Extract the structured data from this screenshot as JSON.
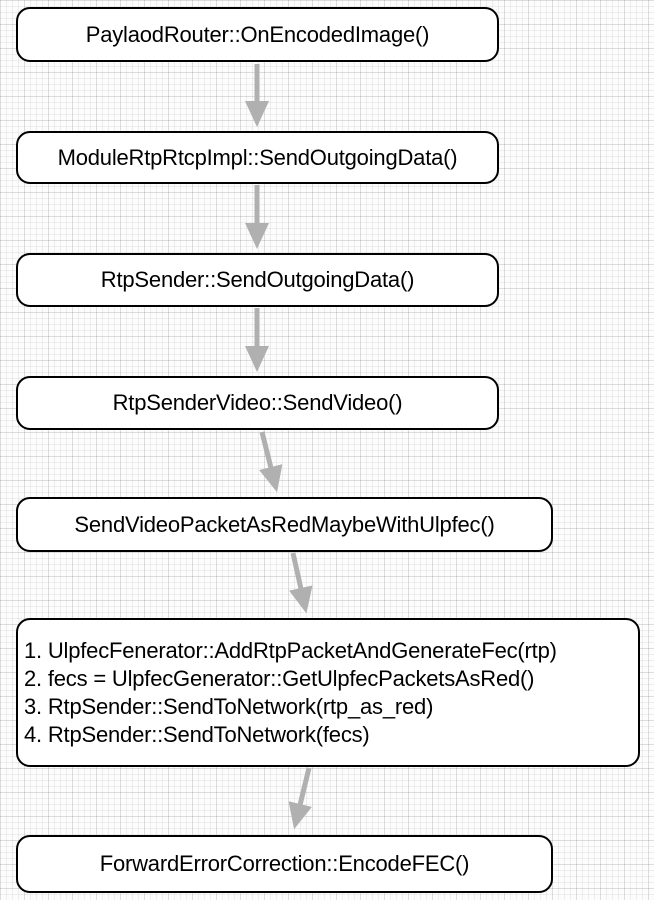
{
  "diagram": {
    "type": "flowchart",
    "description": "WebRTC video send path call chain on grid paper background",
    "nodes": [
      {
        "id": "payload-router",
        "label": "PaylaodRouter::OnEncodedImage()"
      },
      {
        "id": "module-rtp-rtcp-impl",
        "label": "ModuleRtpRtcpImpl::SendOutgoingData()"
      },
      {
        "id": "rtp-sender",
        "label": "RtpSender::SendOutgoingData()"
      },
      {
        "id": "rtp-sender-video",
        "label": "RtpSenderVideo::SendVideo()"
      },
      {
        "id": "send-video-packet",
        "label": "SendVideoPacketAsRedMaybeWithUlpfec()"
      },
      {
        "id": "ulpfec-steps",
        "lines": [
          "1. UlpfecFenerator::AddRtpPacketAndGenerateFec(rtp)",
          "2. fecs = UlpfecGenerator::GetUlpfecPacketsAsRed()",
          "3. RtpSender::SendToNetwork(rtp_as_red)",
          "4. RtpSender::SendToNetwork(fecs)"
        ]
      },
      {
        "id": "forward-error-correction",
        "label": "ForwardErrorCorrection::EncodeFEC()"
      }
    ],
    "edges": [
      {
        "from": "payload-router",
        "to": "module-rtp-rtcp-impl"
      },
      {
        "from": "module-rtp-rtcp-impl",
        "to": "rtp-sender"
      },
      {
        "from": "rtp-sender",
        "to": "rtp-sender-video"
      },
      {
        "from": "rtp-sender-video",
        "to": "send-video-packet"
      },
      {
        "from": "send-video-packet",
        "to": "ulpfec-steps"
      },
      {
        "from": "ulpfec-steps",
        "to": "forward-error-correction"
      }
    ],
    "colors": {
      "arrow": "#b0b0b0",
      "node_border": "#000000",
      "node_fill": "#ffffff",
      "text": "#000000",
      "grid_line": "#e9e9e9",
      "background": "#fcfcfc"
    }
  }
}
